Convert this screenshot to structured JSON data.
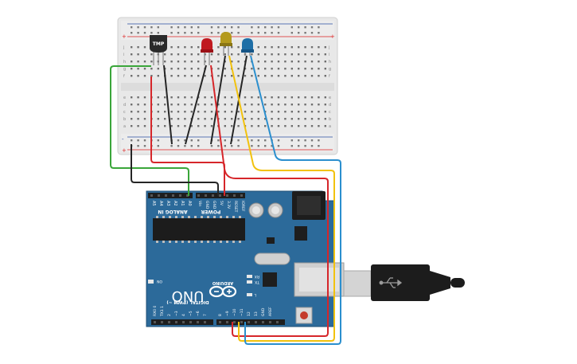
{
  "sensor": {
    "label": "TMP"
  },
  "leds": [
    {
      "name": "red-led",
      "color": "#c0191f"
    },
    {
      "name": "yellow-led",
      "color": "#b49a1c"
    },
    {
      "name": "blue-led",
      "color": "#1e6ea6"
    }
  ],
  "breadboard": {
    "row_letters_top": [
      "j",
      "i",
      "h",
      "g",
      "f"
    ],
    "row_letters_bottom": [
      "e",
      "d",
      "c",
      "b",
      "a"
    ],
    "plus_label": "+",
    "minus_label": "-"
  },
  "arduino": {
    "name": "UNO",
    "brand": "ARDUINO",
    "analog_in_label": "ANALOG IN",
    "power_label": "POWER",
    "digital_label": "DIGITAL (PWM ~)",
    "analog_pins": [
      "A5",
      "A4",
      "A3",
      "A2",
      "A1",
      "A0"
    ],
    "power_pins": [
      "Vin",
      "GND",
      "GND",
      "5V",
      "3.3V",
      "RESET",
      "IOREF"
    ],
    "digital_pins": [
      "RX0 0",
      "TX1 1",
      "2",
      "~3",
      "4",
      "~5",
      "~6",
      "7",
      "8",
      "~9",
      "~10",
      "~11",
      "12",
      "13",
      "GND",
      "AREF"
    ],
    "led_on_label": "ON",
    "led_rx_label": "RX",
    "led_tx_label": "TX",
    "led_l_label": "L"
  },
  "colors": {
    "board": "#2c6a9a",
    "board_dark": "#1f4f75",
    "wire_red": "#d6262a",
    "wire_black": "#252525",
    "wire_green": "#3aa63a",
    "wire_yellow": "#f2c20e",
    "wire_blue": "#2b8fce"
  }
}
